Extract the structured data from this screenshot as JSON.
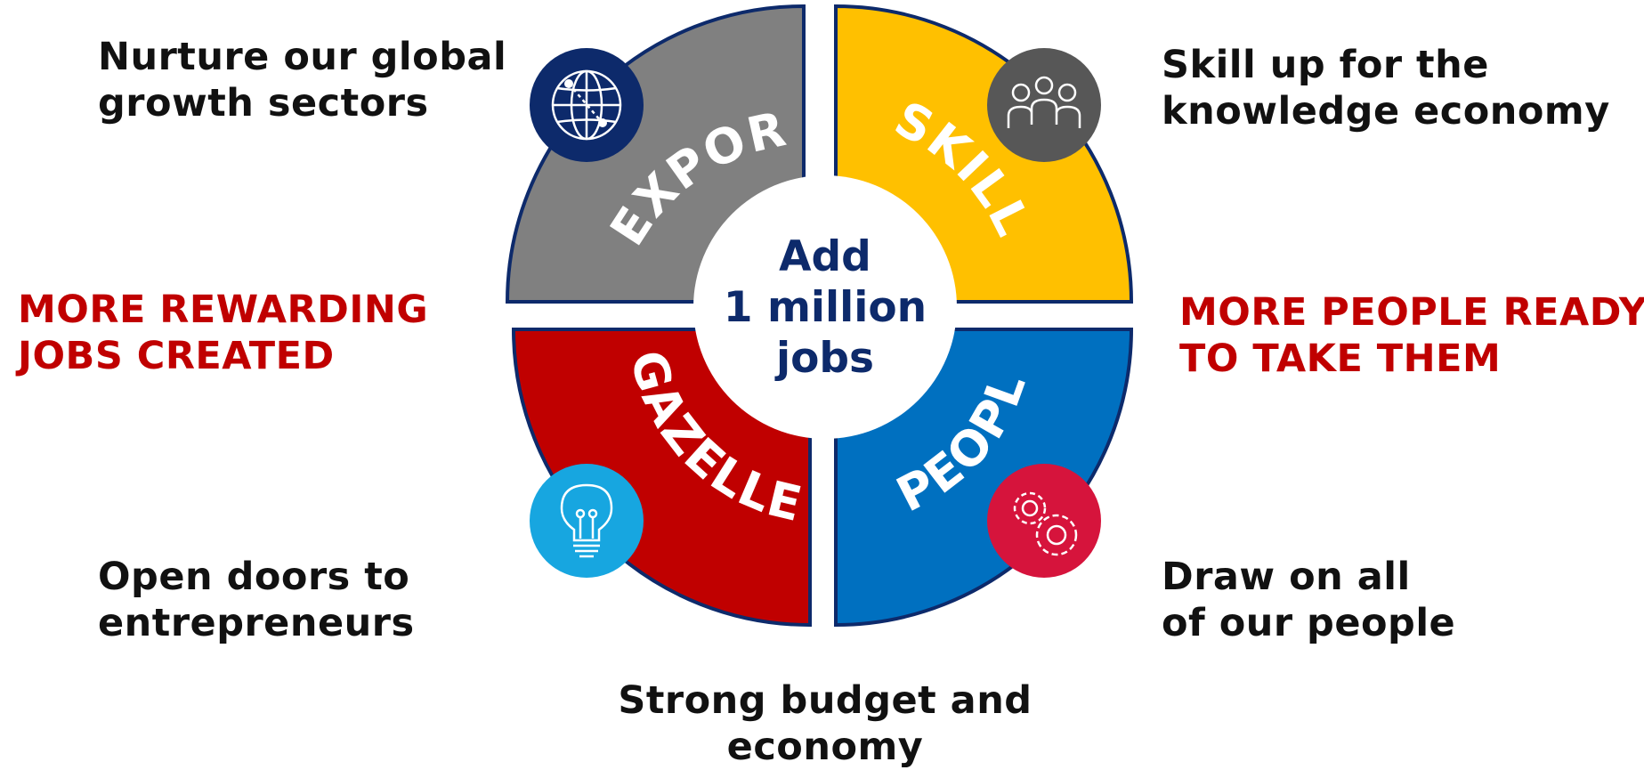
{
  "quadrants": [
    {
      "id": "exports",
      "label": "EXPORTS",
      "caption": [
        "Nurture our global",
        "growth sectors"
      ],
      "color": "#808080",
      "icon": "globe-icon",
      "icon_bg": "#0d2a6b"
    },
    {
      "id": "skills",
      "label": "SKILLS",
      "caption": [
        "Skill up for the",
        "knowledge economy"
      ],
      "color": "#ffc000",
      "icon": "people-group-icon",
      "icon_bg": "#575757"
    },
    {
      "id": "gazelles",
      "label": "GAZELLES",
      "caption": [
        "Open doors to",
        "entrepreneurs"
      ],
      "color": "#c00000",
      "icon": "lightbulb-icon",
      "icon_bg": "#17a6e0"
    },
    {
      "id": "people",
      "label": "PEOPLE",
      "caption": [
        "Draw on all",
        "of our people"
      ],
      "color": "#0070c0",
      "icon": "gears-icon",
      "icon_bg": "#d6143c"
    }
  ],
  "center": {
    "lines": [
      "Add",
      "1 million",
      "jobs"
    ],
    "text_color": "#0d2a6b"
  },
  "left_heading": [
    "MORE REWARDING",
    "JOBS CREATED"
  ],
  "right_heading": [
    "MORE PEOPLE READY",
    "TO TAKE THEM"
  ],
  "footer": [
    "Strong budget and",
    "economy"
  ],
  "colors": {
    "outline": "#0d2a6b",
    "heading_red": "#c00000"
  }
}
